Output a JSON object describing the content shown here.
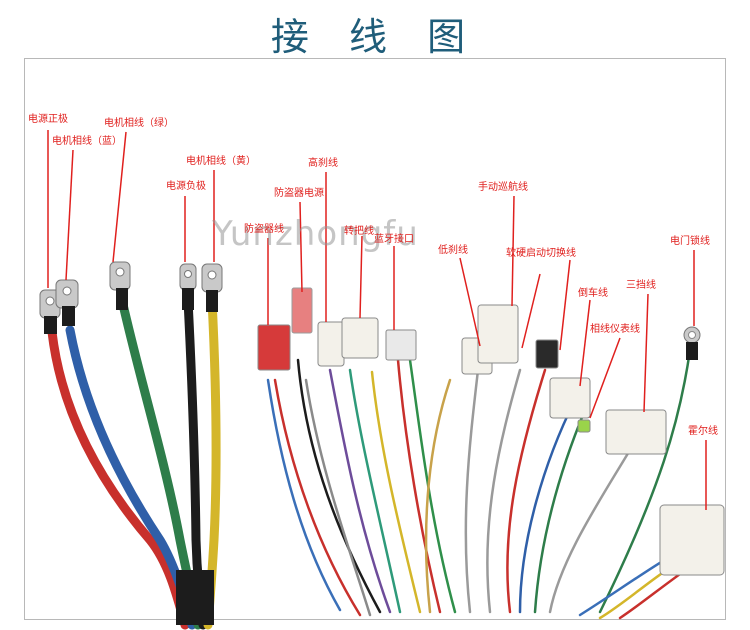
{
  "title": "接 线 图",
  "watermark": "Yunzhongfu",
  "colors": {
    "title": "#1f5d7a",
    "label": "#e0201e",
    "frame": "#b8b8b8",
    "wire_red": "#c8302c",
    "wire_blue": "#2f5fa8",
    "wire_green": "#2e7d4a",
    "wire_black": "#1c1c1c",
    "wire_yellow": "#d4b62a"
  },
  "labels": {
    "power_positive": "电源正极",
    "motor_phase_blue": "电机相线（蓝）",
    "motor_phase_green": "电机相线（绿）",
    "motor_phase_yellow": "电机相线（黄）",
    "power_negative": "电源负极",
    "anti_theft": "防盗器线",
    "anti_theft_power": "防盗器电源",
    "high_brake": "高刹线",
    "turn_handle": "转把线",
    "bluetooth_port": "蓝牙接口",
    "low_brake": "低刹线",
    "cruise": "手动巡航线",
    "soft_hard_start": "软硬启动切换线",
    "reverse": "倒车线",
    "phase_meter": "相线仪表线",
    "three_speed": "三挡线",
    "e_lock": "电门锁线",
    "hall": "霍尔线"
  }
}
